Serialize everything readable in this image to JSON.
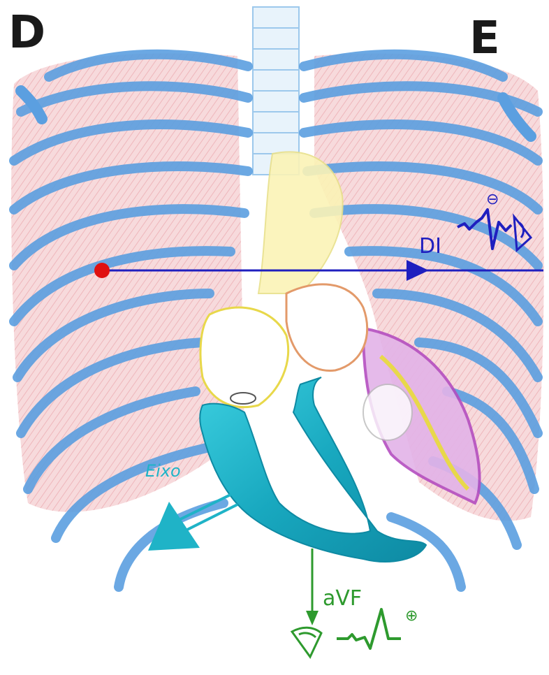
{
  "labels": {
    "right_side": "D",
    "left_side": "E",
    "lead_di": "DI",
    "lead_avf": "aVF",
    "axis": "Eixo"
  },
  "signs": {
    "di_polarity": "⊖",
    "avf_polarity": "⊕"
  },
  "colors": {
    "ribs": "#5b9fe0",
    "lungs": "#f0b3b8",
    "spine": "#9cc8ec",
    "lead_di": "#1f1fbf",
    "lead_avf": "#2e9a2e",
    "heart_ventricle": "#1fb3c7",
    "axis_arrow": "#1fb3c7",
    "origin_dot": "#e01010",
    "atrium_outline": "#e39a6a",
    "pericardium": "#b44ec0",
    "coronary": "#e8d84a"
  }
}
